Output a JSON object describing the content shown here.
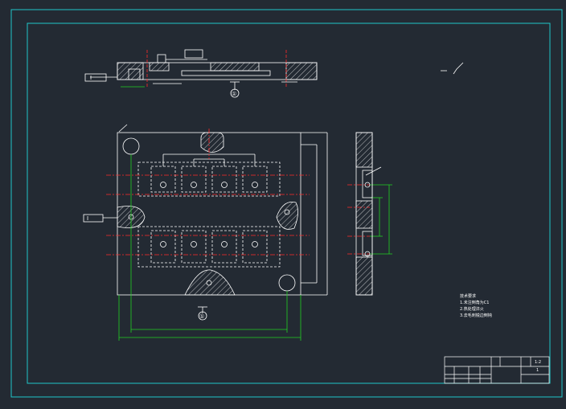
{
  "drawing": {
    "top_view_label": "Ⅰ",
    "surface_finish_symbol": "√",
    "section_marker_top": "①",
    "section_marker_main": "①",
    "section_marker_left": "Ⅰ",
    "roughness_note_left": "√",
    "dim_overall_width": "",
    "dim_inner_width": "",
    "dim_height": ""
  },
  "notes": {
    "title": "技术要求",
    "lines": [
      "1.未注倒角为C1",
      "2.热处理淬火",
      "3.去毛刺锐边倒钝"
    ]
  },
  "title_block": {
    "name": "",
    "material": "",
    "scale": "1:2",
    "sheet": "1"
  },
  "colors": {
    "background": "#232a33",
    "frame": "#1fc7c8",
    "outline": "#ffffff",
    "centerline": "#ff2a2a",
    "dimension": "#22d022",
    "hidden": "#ffffff"
  }
}
